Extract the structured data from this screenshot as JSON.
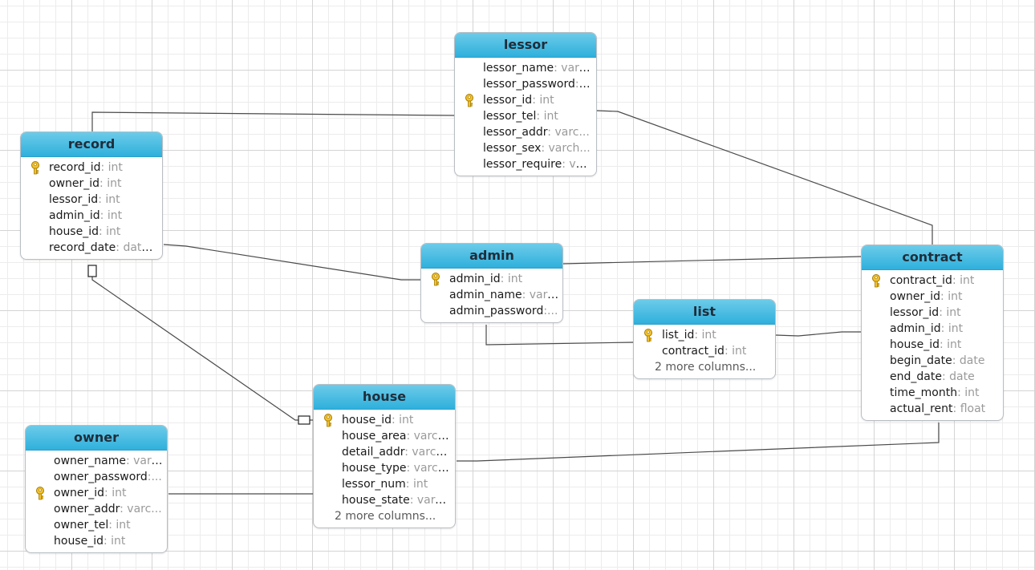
{
  "entities": {
    "lessor": {
      "title": "lessor",
      "columns": [
        {
          "name": "lessor_name",
          "type": ": varc...",
          "key": false
        },
        {
          "name": "lessor_password",
          "type": ": ...",
          "key": false
        },
        {
          "name": "lessor_id",
          "type": ": int",
          "key": true
        },
        {
          "name": "lessor_tel",
          "type": ": int",
          "key": false
        },
        {
          "name": "lessor_addr",
          "type": ": varc...",
          "key": false
        },
        {
          "name": "lessor_sex",
          "type": ": varch...",
          "key": false
        },
        {
          "name": "lessor_require",
          "type": ": va...",
          "key": false
        }
      ],
      "more": ""
    },
    "record": {
      "title": "record",
      "columns": [
        {
          "name": "record_id",
          "type": ": int",
          "key": true
        },
        {
          "name": "owner_id",
          "type": ": int",
          "key": false
        },
        {
          "name": "lessor_id",
          "type": ": int",
          "key": false
        },
        {
          "name": "admin_id",
          "type": ": int",
          "key": false
        },
        {
          "name": "house_id",
          "type": ": int",
          "key": false
        },
        {
          "name": "record_date",
          "type": ": date...",
          "key": false
        }
      ],
      "more": ""
    },
    "admin": {
      "title": "admin",
      "columns": [
        {
          "name": "admin_id",
          "type": ": int",
          "key": true
        },
        {
          "name": "admin_name",
          "type": ": varc...",
          "key": false
        },
        {
          "name": "admin_password",
          "type": ":...",
          "key": false
        }
      ],
      "more": ""
    },
    "list": {
      "title": "list",
      "columns": [
        {
          "name": "list_id",
          "type": ": int",
          "key": true
        },
        {
          "name": "contract_id",
          "type": ": int",
          "key": false
        }
      ],
      "more": "2 more columns..."
    },
    "contract": {
      "title": "contract",
      "columns": [
        {
          "name": "contract_id",
          "type": ": int",
          "key": true
        },
        {
          "name": "owner_id",
          "type": ": int",
          "key": false
        },
        {
          "name": "lessor_id",
          "type": ": int",
          "key": false
        },
        {
          "name": "admin_id",
          "type": ": int",
          "key": false
        },
        {
          "name": "house_id",
          "type": ": int",
          "key": false
        },
        {
          "name": "begin_date",
          "type": ": date",
          "key": false
        },
        {
          "name": "end_date",
          "type": ": date",
          "key": false
        },
        {
          "name": "time_month",
          "type": ": int",
          "key": false
        },
        {
          "name": "actual_rent",
          "type": ": float",
          "key": false
        }
      ],
      "more": ""
    },
    "house": {
      "title": "house",
      "columns": [
        {
          "name": "house_id",
          "type": ": int",
          "key": true
        },
        {
          "name": "house_area",
          "type": ": varch...",
          "key": false
        },
        {
          "name": "detail_addr",
          "type": ": varch...",
          "key": false
        },
        {
          "name": "house_type",
          "type": ": varch...",
          "key": false
        },
        {
          "name": "lessor_num",
          "type": ": int",
          "key": false
        },
        {
          "name": "house_state",
          "type": ": varc...",
          "key": false
        }
      ],
      "more": "2 more columns..."
    },
    "owner": {
      "title": "owner",
      "columns": [
        {
          "name": "owner_name",
          "type": ": varc...",
          "key": false
        },
        {
          "name": "owner_password",
          "type": ":...",
          "key": false
        },
        {
          "name": "owner_id",
          "type": ": int",
          "key": true
        },
        {
          "name": "owner_addr",
          "type": ": varc...",
          "key": false
        },
        {
          "name": "owner_tel",
          "type": ": int",
          "key": false
        },
        {
          "name": "house_id",
          "type": ": int",
          "key": false
        }
      ],
      "more": ""
    }
  },
  "colors": {
    "header": "#2fb0dc",
    "line": "#4a4a4a",
    "key": "#f2c230"
  }
}
